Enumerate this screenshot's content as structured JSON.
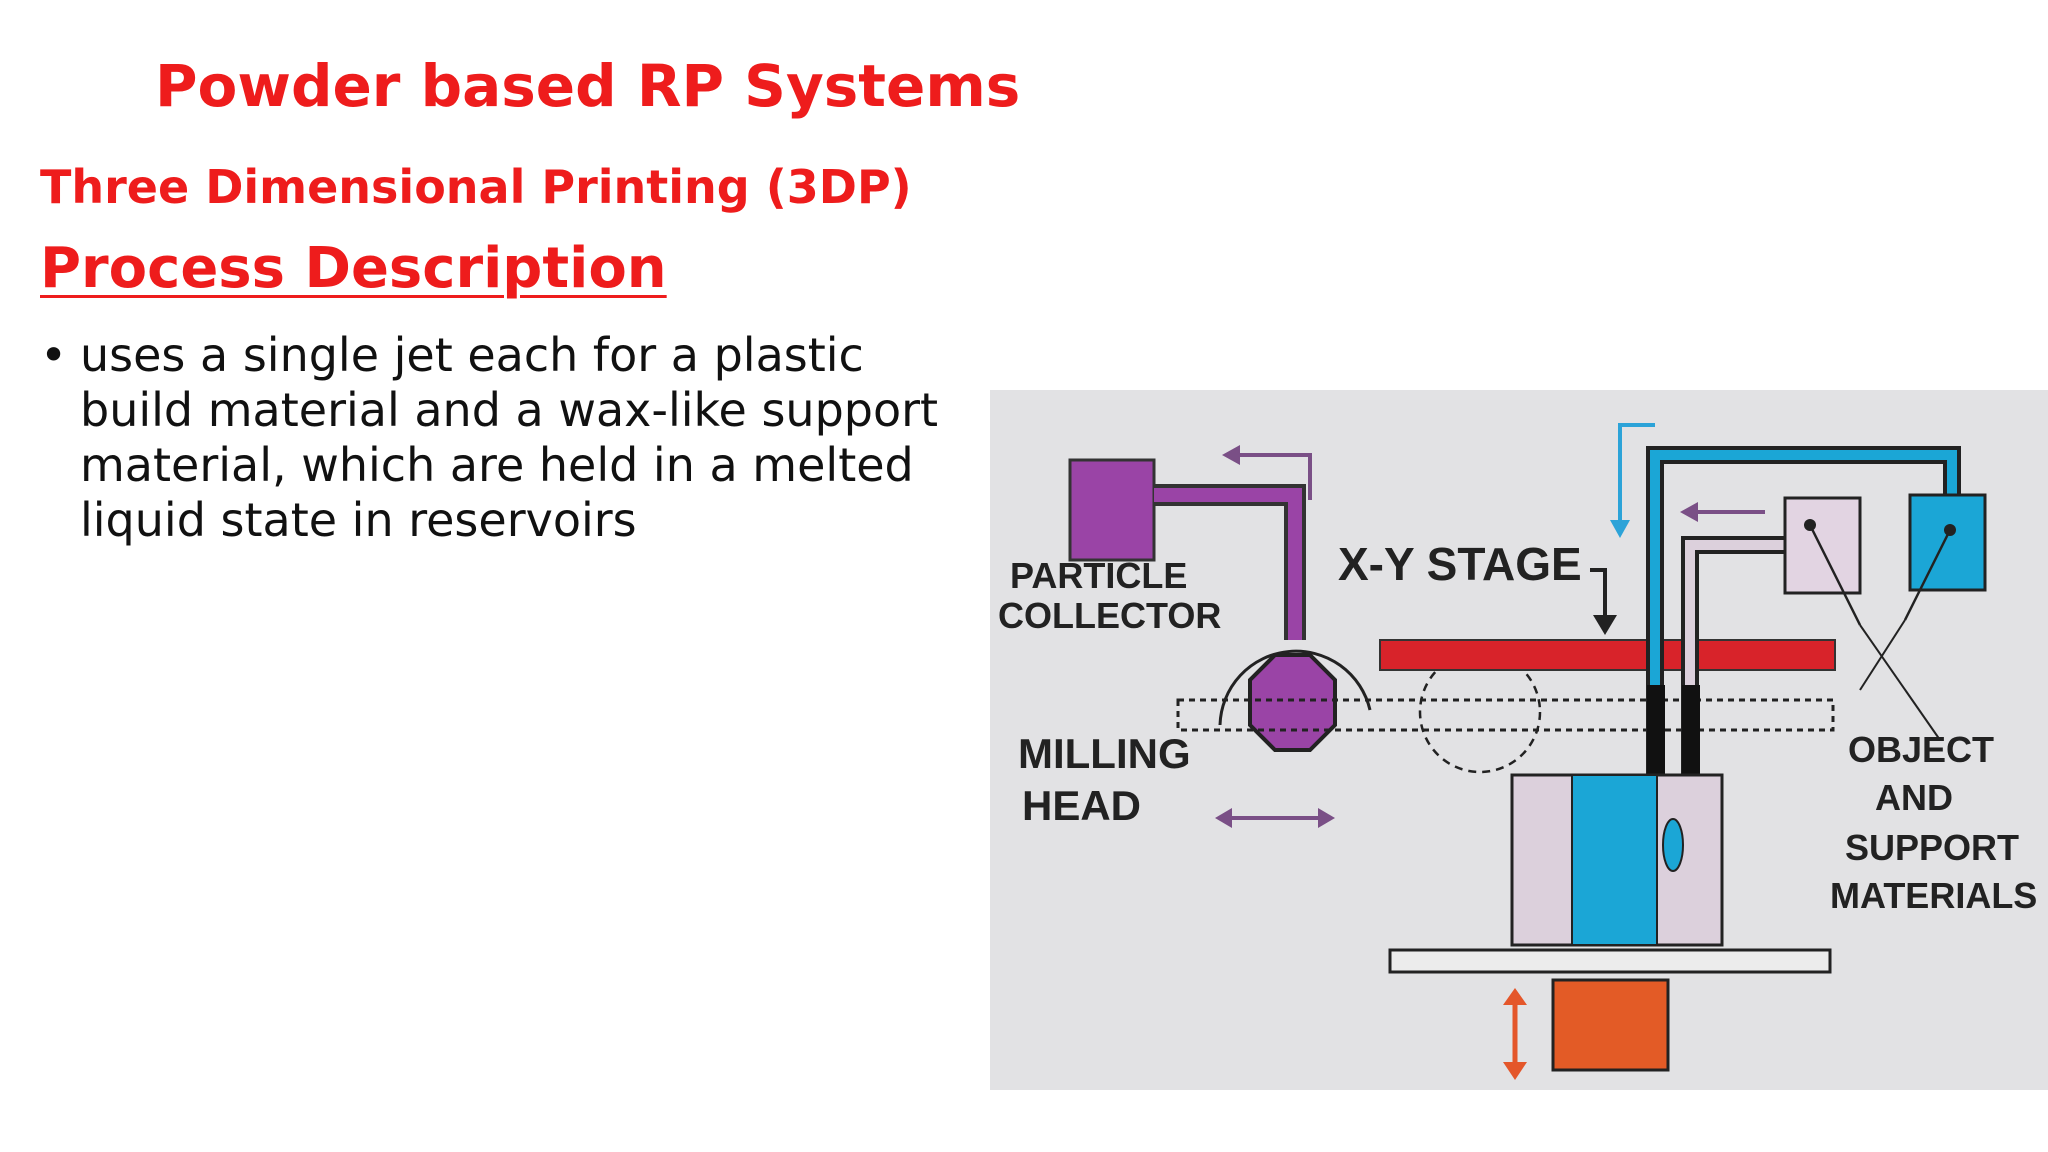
{
  "slide": {
    "title": "Powder based RP Systems",
    "subtitle": "Three Dimensional Printing (3DP)",
    "section_heading": "Process Description",
    "bullets": [
      "uses a single jet each for a plastic build material and a wax-like support material, which are held in a melted liquid state in reservoirs"
    ]
  },
  "diagram": {
    "labels": {
      "particle_collector_line1": "PARTICLE",
      "particle_collector_line2": "COLLECTOR",
      "xy_stage": "X-Y STAGE",
      "milling_head_line1": "MILLING",
      "milling_head_line2": "HEAD",
      "object_line1": "OBJECT",
      "object_line2": "AND",
      "object_line3": "SUPPORT",
      "object_line4": "MATERIALS"
    },
    "colors": {
      "background": "#e2e2e4",
      "collector": "#9a44a6",
      "stage_bar": "#d8232a",
      "build_material": "#1ba6d6",
      "support_block": "#dcd0dc",
      "elevator": "#e35b26",
      "arrow_purple": "#7a4f86",
      "arrow_blue": "#2ca3d8",
      "arrow_orange": "#e4562a"
    }
  }
}
